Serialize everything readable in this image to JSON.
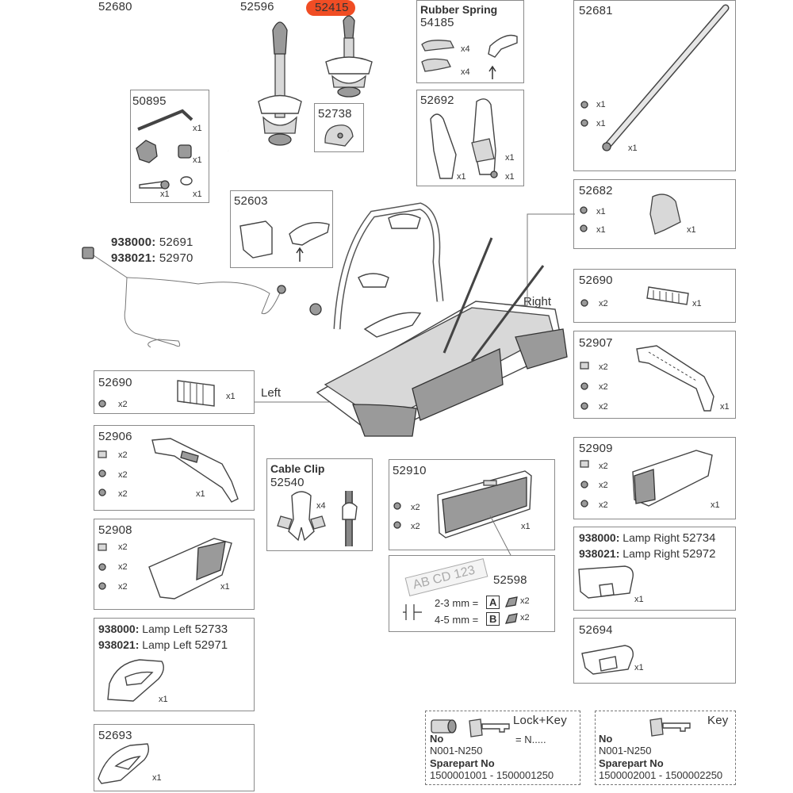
{
  "parts": {
    "p52680": "52680",
    "p52596": "52596",
    "p52415": "52415",
    "p50895": "50895",
    "p52738": "52738",
    "rubber_spring_title": "Rubber Spring",
    "p54185": "54185",
    "p52692": "52692",
    "p52681": "52681",
    "p52682": "52682",
    "p52603": "52603",
    "p52690_right": "52690",
    "p52907": "52907",
    "p52690_left": "52690",
    "p52906": "52906",
    "p52908": "52908",
    "cable_clip_title": "Cable Clip",
    "p52540": "52540",
    "p52910": "52910",
    "p52909": "52909",
    "p52598": "52598",
    "p52693": "52693",
    "p52694": "52694"
  },
  "cable": {
    "line1_prefix": "938000:",
    "line1_part": "52691",
    "line2_prefix": "938021:",
    "line2_part": "52970"
  },
  "lamp_left": {
    "line1_prefix": "938000:",
    "line1_text": "Lamp Left",
    "line1_part": "52733",
    "line2_prefix": "938021:",
    "line2_text": "Lamp Left",
    "line2_part": "52971"
  },
  "lamp_right": {
    "line1_prefix": "938000:",
    "line1_text": "Lamp Right",
    "line1_part": "52734",
    "line2_prefix": "938021:",
    "line2_text": "Lamp Right",
    "line2_part": "52972"
  },
  "labels": {
    "left": "Left",
    "right": "Right"
  },
  "plate": {
    "plate_text": "AB CD 123",
    "row_a": "2-3 mm =",
    "letter_a": "A",
    "row_b": "4-5 mm =",
    "letter_b": "B"
  },
  "qty": {
    "x1": "x1",
    "x2": "x2",
    "x4": "x4"
  },
  "lock_key": {
    "title": "Lock+Key",
    "eq": "= N.....",
    "no_label": "No",
    "no_value": "N001-N250",
    "spare_label": "Sparepart No",
    "spare_value": "1500001001 - 1500001250"
  },
  "key": {
    "title": "Key",
    "no_label": "No",
    "no_value": "N001-N250",
    "spare_label": "Sparepart No",
    "spare_value": "1500002001 - 1500002250"
  },
  "colors": {
    "highlight": "#f04d24",
    "line": "#444444"
  }
}
